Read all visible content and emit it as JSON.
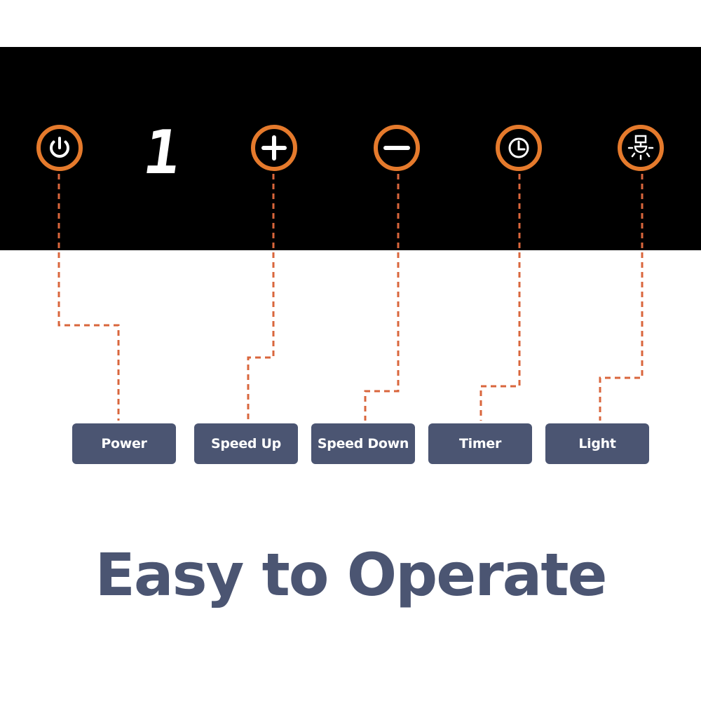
{
  "colors": {
    "panel": "#000000",
    "ring": "#e57a2c",
    "icon": "#ffffff",
    "leader": "#d9663c",
    "label_bg": "#4b5572",
    "label_text": "#ffffff",
    "headline": "#4b5572",
    "display": "#ffffff"
  },
  "display": {
    "speed_level": "1"
  },
  "controls": [
    {
      "id": "power",
      "icon": "power-icon",
      "label": "Power"
    },
    {
      "id": "speed-up",
      "icon": "plus-icon",
      "label": "Speed Up"
    },
    {
      "id": "speed-down",
      "icon": "minus-icon",
      "label": "Speed Down"
    },
    {
      "id": "timer",
      "icon": "clock-icon",
      "label": "Timer"
    },
    {
      "id": "light",
      "icon": "lamp-icon",
      "label": "Light"
    }
  ],
  "headline": "Easy to Operate"
}
